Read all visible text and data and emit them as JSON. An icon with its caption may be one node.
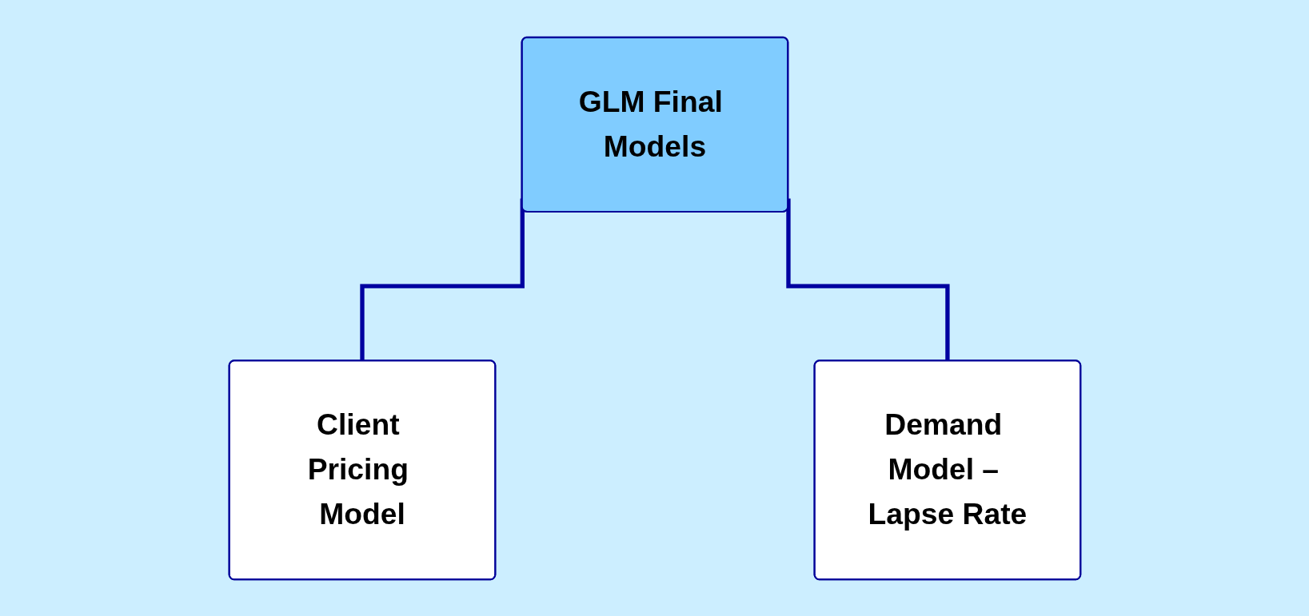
{
  "diagram": {
    "nodes": [
      {
        "text": [
          "GLM Final Models"
        ]
      },
      {
        "text": [
          "Client Pricing Model"
        ]
      },
      {
        "text": [
          "Demand Model – Lapse Rate"
        ]
      }
    ],
    "edges": [
      {
        "from": 0,
        "to": 1,
        "arrow": "none"
      },
      {
        "from": 0,
        "to": 2,
        "arrow": "none"
      }
    ]
  }
}
